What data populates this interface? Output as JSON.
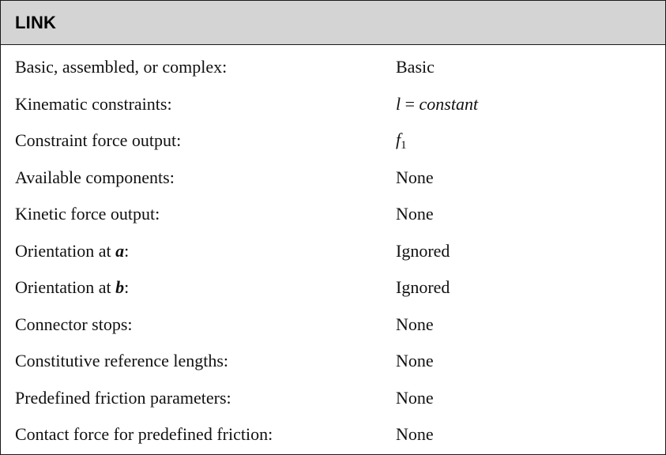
{
  "table": {
    "title": "LINK",
    "rows": [
      {
        "label": "Basic, assembled, or complex:",
        "value": "Basic"
      },
      {
        "label": "Kinematic constraints:",
        "value_math": {
          "lhs": "l",
          "op": "=",
          "rhs": "constant"
        }
      },
      {
        "label": "Constraint force output:",
        "value_math": {
          "base": "f",
          "sub": "1"
        }
      },
      {
        "label": "Available components:",
        "value": "None"
      },
      {
        "label": "Kinetic force output:",
        "value": "None"
      },
      {
        "label_prefix": "Orientation at ",
        "label_var": "a",
        "label_suffix": ":",
        "value": "Ignored"
      },
      {
        "label_prefix": "Orientation at ",
        "label_var": "b",
        "label_suffix": ":",
        "value": "Ignored"
      },
      {
        "label": "Connector stops:",
        "value": "None"
      },
      {
        "label": "Constitutive reference lengths:",
        "value": "None"
      },
      {
        "label": "Predefined friction parameters:",
        "value": "None"
      },
      {
        "label": "Contact force for predefined friction:",
        "value": "None"
      }
    ]
  }
}
